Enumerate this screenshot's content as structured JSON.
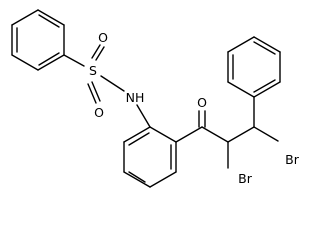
{
  "molecule": {
    "atoms": {
      "s": "S",
      "o_upper": "O",
      "o_lower": "O",
      "nh": "NH",
      "o_ketone": "O",
      "br_upper": "Br",
      "br_lower": "Br"
    },
    "colors": {
      "bond": "#000000",
      "label": "#000000",
      "background": "#ffffff"
    }
  }
}
